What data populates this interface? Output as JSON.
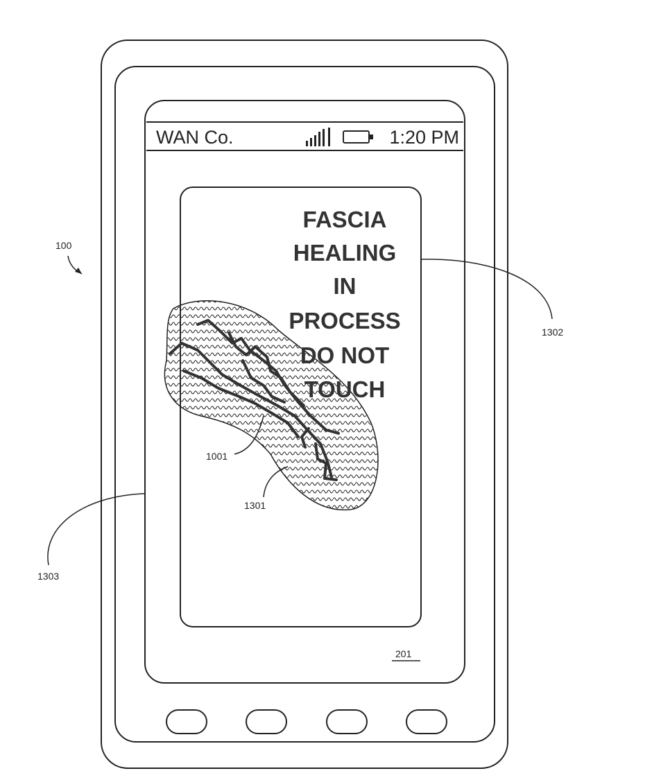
{
  "status_bar": {
    "carrier": "WAN Co.",
    "time": "1:20 PM",
    "icons": [
      "signal-bars-icon",
      "battery-icon"
    ]
  },
  "banner": {
    "lines": [
      "FASCIA",
      "HEALING",
      "IN",
      "PROCESS",
      "DO NOT",
      "TOUCH"
    ]
  },
  "reference_numerals": {
    "device": "100",
    "injury": "1001",
    "healing_overlay": "1301",
    "banner_window": "1302",
    "display_screen": "1303",
    "screen_ref": "201"
  },
  "hardware_buttons_count": 4
}
